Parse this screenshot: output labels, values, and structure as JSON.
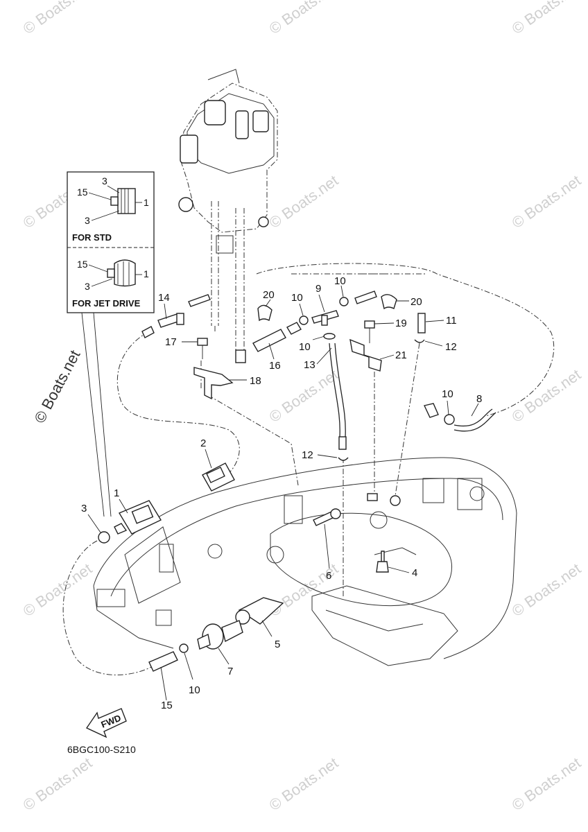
{
  "diagram_code": "6BGC100-S210",
  "fwd_label": "FWD",
  "watermark": "© Boats.net",
  "inset": {
    "std_title": "FOR STD",
    "jet_title": "FOR JET DRIVE",
    "std_labels": {
      "a": "3",
      "b": "15",
      "c": "1",
      "d": "3"
    },
    "jet_labels": {
      "a": "15",
      "b": "1",
      "c": "3"
    }
  },
  "callouts": {
    "c1": "1",
    "c2": "2",
    "c3": "3",
    "c4": "4",
    "c5": "5",
    "c6": "6",
    "c7": "7",
    "c8": "8",
    "c9": "9",
    "c10a": "10",
    "c10b": "10",
    "c10c": "10",
    "c10d": "10",
    "c10e": "10",
    "c11": "11",
    "c12a": "12",
    "c12b": "12",
    "c13": "13",
    "c14": "14",
    "c15a": "15",
    "c16": "16",
    "c17": "17",
    "c18": "18",
    "c19": "19",
    "c20a": "20",
    "c20b": "20",
    "c21": "21"
  }
}
